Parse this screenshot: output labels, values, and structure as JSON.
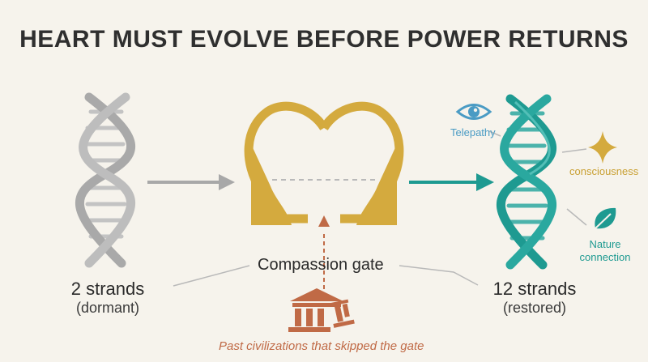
{
  "title": "HEART MUST EVOLVE BEFORE POWER RETURNS",
  "left_dna": {
    "label": "2 strands",
    "sublabel": "(dormant)"
  },
  "right_dna": {
    "label": "12 strands",
    "sublabel": "(restored)"
  },
  "gate": {
    "label": "Compassion gate"
  },
  "past": {
    "label": "Past civilizations that skipped the gate"
  },
  "abilities": {
    "telepathy": "Telepathy",
    "consciousness": "consciousness",
    "nature_line1": "Nature",
    "nature_line2": "connection"
  },
  "colors": {
    "gray": "#b3b3b3",
    "gold": "#d4aa3e",
    "teal": "#1e9a91",
    "rust": "#c06a46",
    "blue": "#4a9bc4"
  },
  "icons": {
    "eye": "eye-icon",
    "star": "sparkle-icon",
    "leaf": "leaf-icon",
    "ruins": "ruined-temple-icon"
  }
}
